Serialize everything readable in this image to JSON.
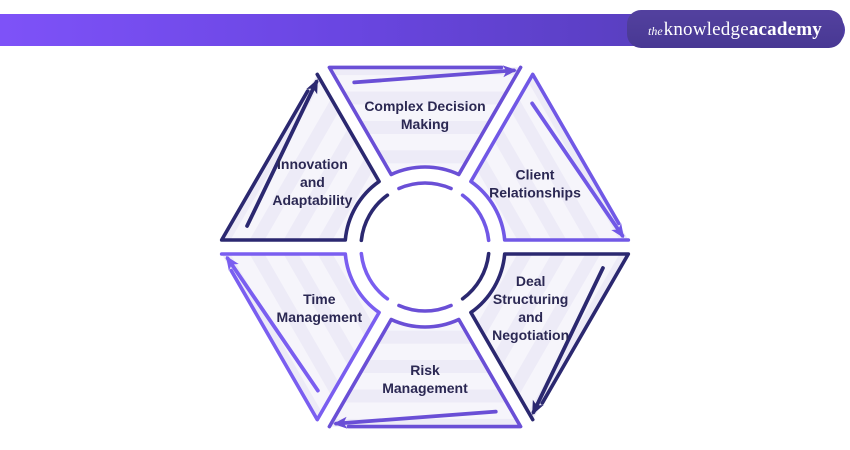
{
  "header": {
    "logo": {
      "the": "the",
      "knowledge": "knowledge",
      "academy": "academy"
    },
    "bar_gradient_start": "#7E52F8",
    "bar_gradient_end": "#4F3DA6",
    "badge_color": "#4C3C9C"
  },
  "chart_data": {
    "type": "cycle-diagram",
    "shape": "hexagon",
    "flow": "clockwise",
    "title": "",
    "segments": [
      {
        "label": "Complex Decision Making",
        "lines": [
          "Complex Decision",
          "Making"
        ],
        "color": "#6A4FD6",
        "position": "top"
      },
      {
        "label": "Client Relationships",
        "lines": [
          "Client",
          "Relationships"
        ],
        "color": "#7158E6",
        "position": "top-right"
      },
      {
        "label": "Deal Structuring and Negotiation",
        "lines": [
          "Deal",
          "Structuring",
          "and",
          "Negotiation"
        ],
        "color": "#2B2870",
        "position": "bottom-right"
      },
      {
        "label": "Risk Management",
        "lines": [
          "Risk",
          "Management"
        ],
        "color": "#6A4FD6",
        "position": "bottom"
      },
      {
        "label": "Time Management",
        "lines": [
          "Time",
          "Management"
        ],
        "color": "#7A5EF0",
        "position": "bottom-left"
      },
      {
        "label": "Innovation and Adaptability",
        "lines": [
          "Innovation",
          "and",
          "Adaptability"
        ],
        "color": "#2B2870",
        "position": "top-left"
      }
    ],
    "style": {
      "text_color": "#2B2853",
      "fill_color": "#F6F5FB",
      "stripe_color": "#EDEBF7"
    }
  }
}
